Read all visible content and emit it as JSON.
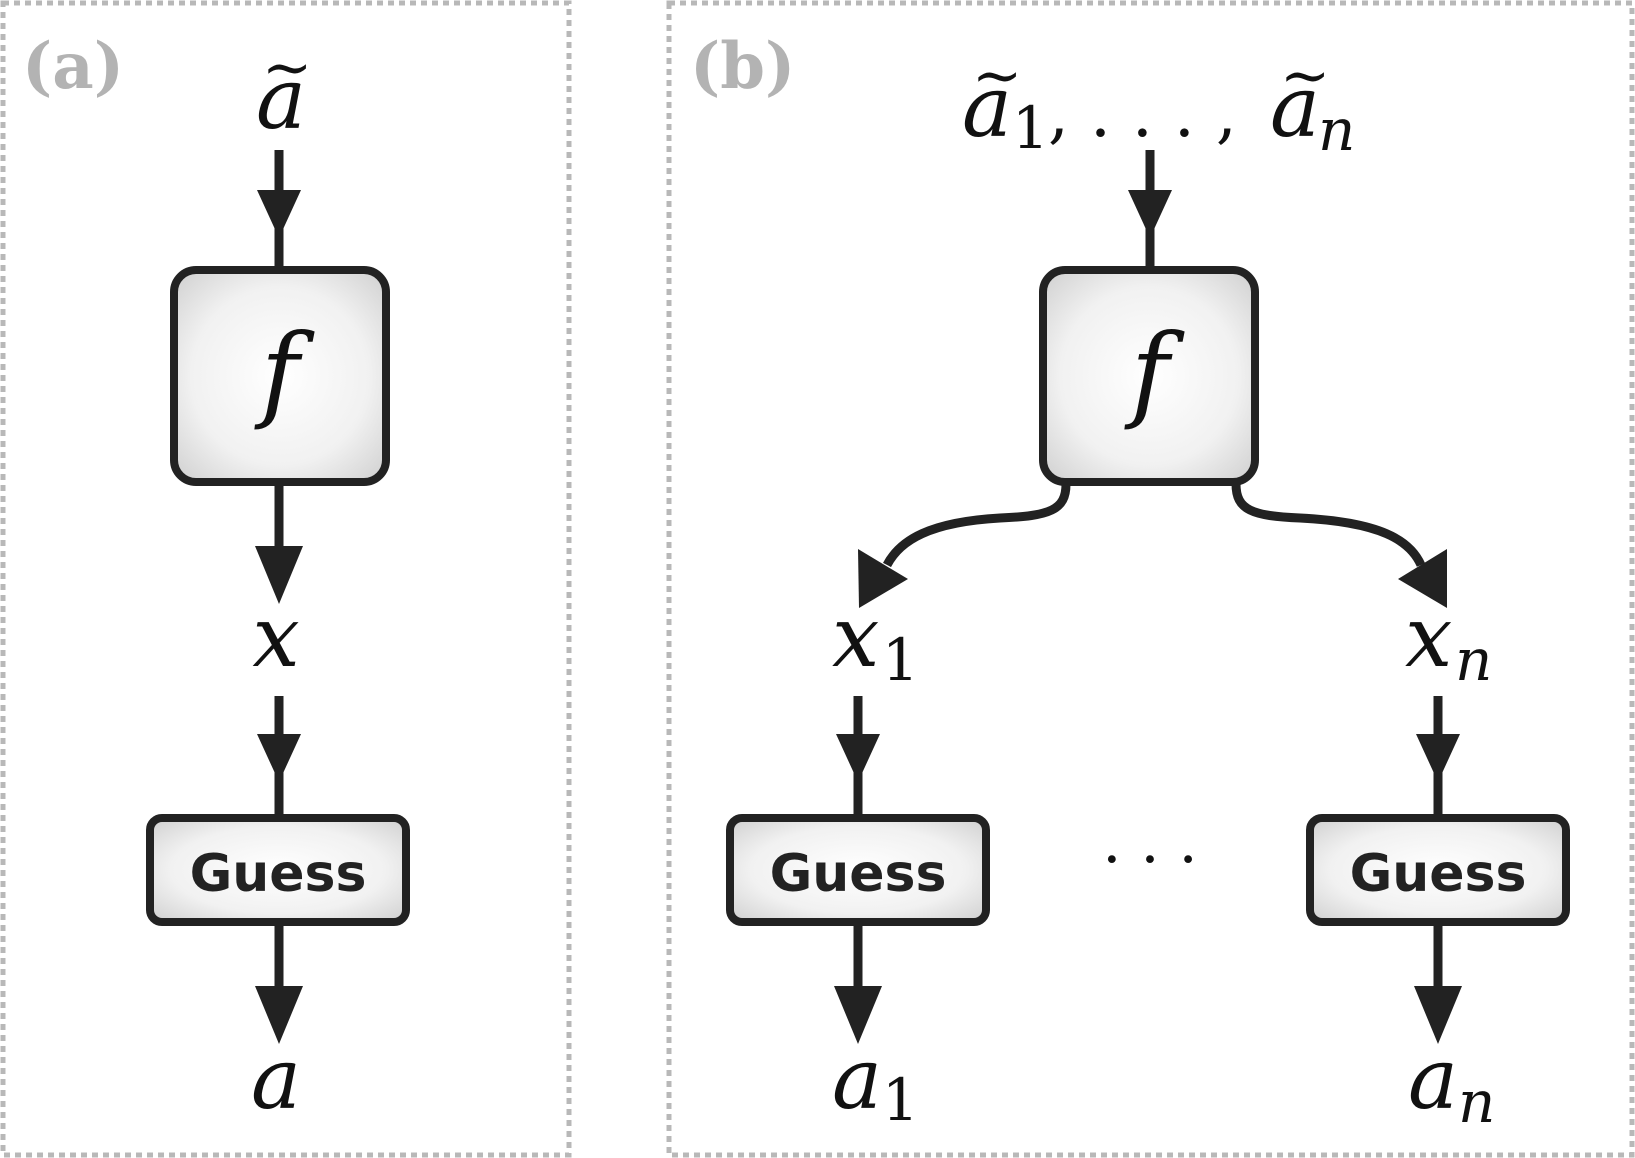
{
  "panels": {
    "a": {
      "label": "(a)",
      "input": {
        "base": "a",
        "accent": "~",
        "sub1": ""
      },
      "function": "f",
      "hidden": {
        "base": "x"
      },
      "guess": "Guess",
      "output": {
        "base": "a"
      }
    },
    "b": {
      "label": "(b)",
      "input": {
        "base1": "a",
        "sub1": "1",
        "separator": ", . . . ,",
        "base2": "a",
        "sub2": "n",
        "accent": "~"
      },
      "function": "f",
      "hidden_left": {
        "base": "x",
        "sub": "1"
      },
      "hidden_right": {
        "base": "x",
        "sub": "n"
      },
      "guess_left": "Guess",
      "guess_right": "Guess",
      "ellipsis": "· · ·",
      "output_left": {
        "base": "a",
        "sub": "1"
      },
      "output_right": {
        "base": "a",
        "sub": "n"
      }
    }
  },
  "colors": {
    "frame": "#b8b8b8",
    "label": "#b3b3b3",
    "ink": "#222222",
    "box_fill_center": "#ffffff",
    "box_fill_edge": "#d4d4d4"
  }
}
